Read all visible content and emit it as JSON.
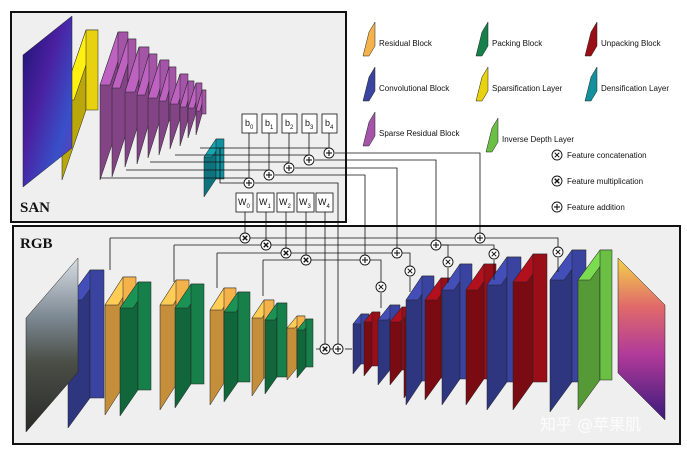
{
  "panels": {
    "san": "SAN",
    "rgb": "RGB"
  },
  "legend": {
    "blocks": [
      {
        "label": "Residual Block",
        "color": "#f5b24a"
      },
      {
        "label": "Packing Block",
        "color": "#17804a"
      },
      {
        "label": "Unpacking Block",
        "color": "#9a0e18"
      },
      {
        "label": "Convolutional Block",
        "color": "#3a44a0"
      },
      {
        "label": "Sparsification Layer",
        "color": "#e8d10f"
      },
      {
        "label": "Densification Layer",
        "color": "#12909c"
      },
      {
        "label": "Sparse Residual Block",
        "color": "#a455a8"
      },
      {
        "label": "Inverse Depth Layer",
        "color": "#6bbf45"
      }
    ],
    "ops": [
      {
        "label": "Feature concatenation",
        "icon": "concat-icon"
      },
      {
        "label": "Feature multiplication",
        "icon": "multiply-icon"
      },
      {
        "label": "Feature addition",
        "icon": "add-icon"
      }
    ]
  },
  "bias_boxes": [
    {
      "base": "b",
      "sub": "0"
    },
    {
      "base": "b",
      "sub": "1"
    },
    {
      "base": "b",
      "sub": "2"
    },
    {
      "base": "b",
      "sub": "3"
    },
    {
      "base": "b",
      "sub": "4"
    }
  ],
  "weight_boxes": [
    {
      "base": "W",
      "sub": "0"
    },
    {
      "base": "W",
      "sub": "1"
    },
    {
      "base": "W",
      "sub": "2"
    },
    {
      "base": "W",
      "sub": "3"
    },
    {
      "base": "W",
      "sub": "4"
    }
  ],
  "watermark": "知乎 @苹果肌"
}
